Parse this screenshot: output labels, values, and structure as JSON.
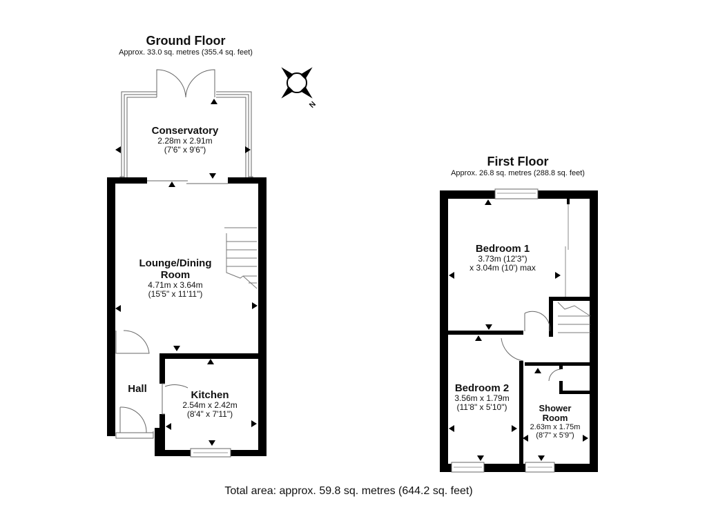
{
  "ground_floor": {
    "title": "Ground Floor",
    "area": "Approx. 33.0 sq. metres (355.4 sq. feet)",
    "rooms": {
      "conservatory": {
        "name": "Conservatory",
        "dim_metric": "2.28m x 2.91m",
        "dim_imperial": "(7'6\" x 9'6\")"
      },
      "lounge": {
        "name_line1": "Lounge/Dining",
        "name_line2": "Room",
        "dim_metric": "4.71m x 3.64m",
        "dim_imperial": "(15'5\" x 11'11\")"
      },
      "hall": {
        "name": "Hall"
      },
      "kitchen": {
        "name": "Kitchen",
        "dim_metric": "2.54m x 2.42m",
        "dim_imperial": "(8'4\" x 7'11\")"
      }
    }
  },
  "first_floor": {
    "title": "First Floor",
    "area": "Approx. 26.8 sq. metres (288.8 sq. feet)",
    "rooms": {
      "bedroom1": {
        "name": "Bedroom 1",
        "dim_line1": "3.73m (12'3\")",
        "dim_line2": "x 3.04m (10') max"
      },
      "bedroom2": {
        "name": "Bedroom 2",
        "dim_metric": "3.56m x 1.79m",
        "dim_imperial": "(11'8\" x 5'10\")"
      },
      "shower": {
        "name_line1": "Shower",
        "name_line2": "Room",
        "dim_metric": "2.63m x 1.75m",
        "dim_imperial": "(8'7\" x 5'9\")"
      }
    }
  },
  "compass": {
    "north_label": "N"
  },
  "total_area": "Total area: approx. 59.8 sq. metres (644.2 sq. feet)",
  "colors": {
    "wall": "#000000",
    "background": "#ffffff",
    "thin_line": "#555555"
  }
}
